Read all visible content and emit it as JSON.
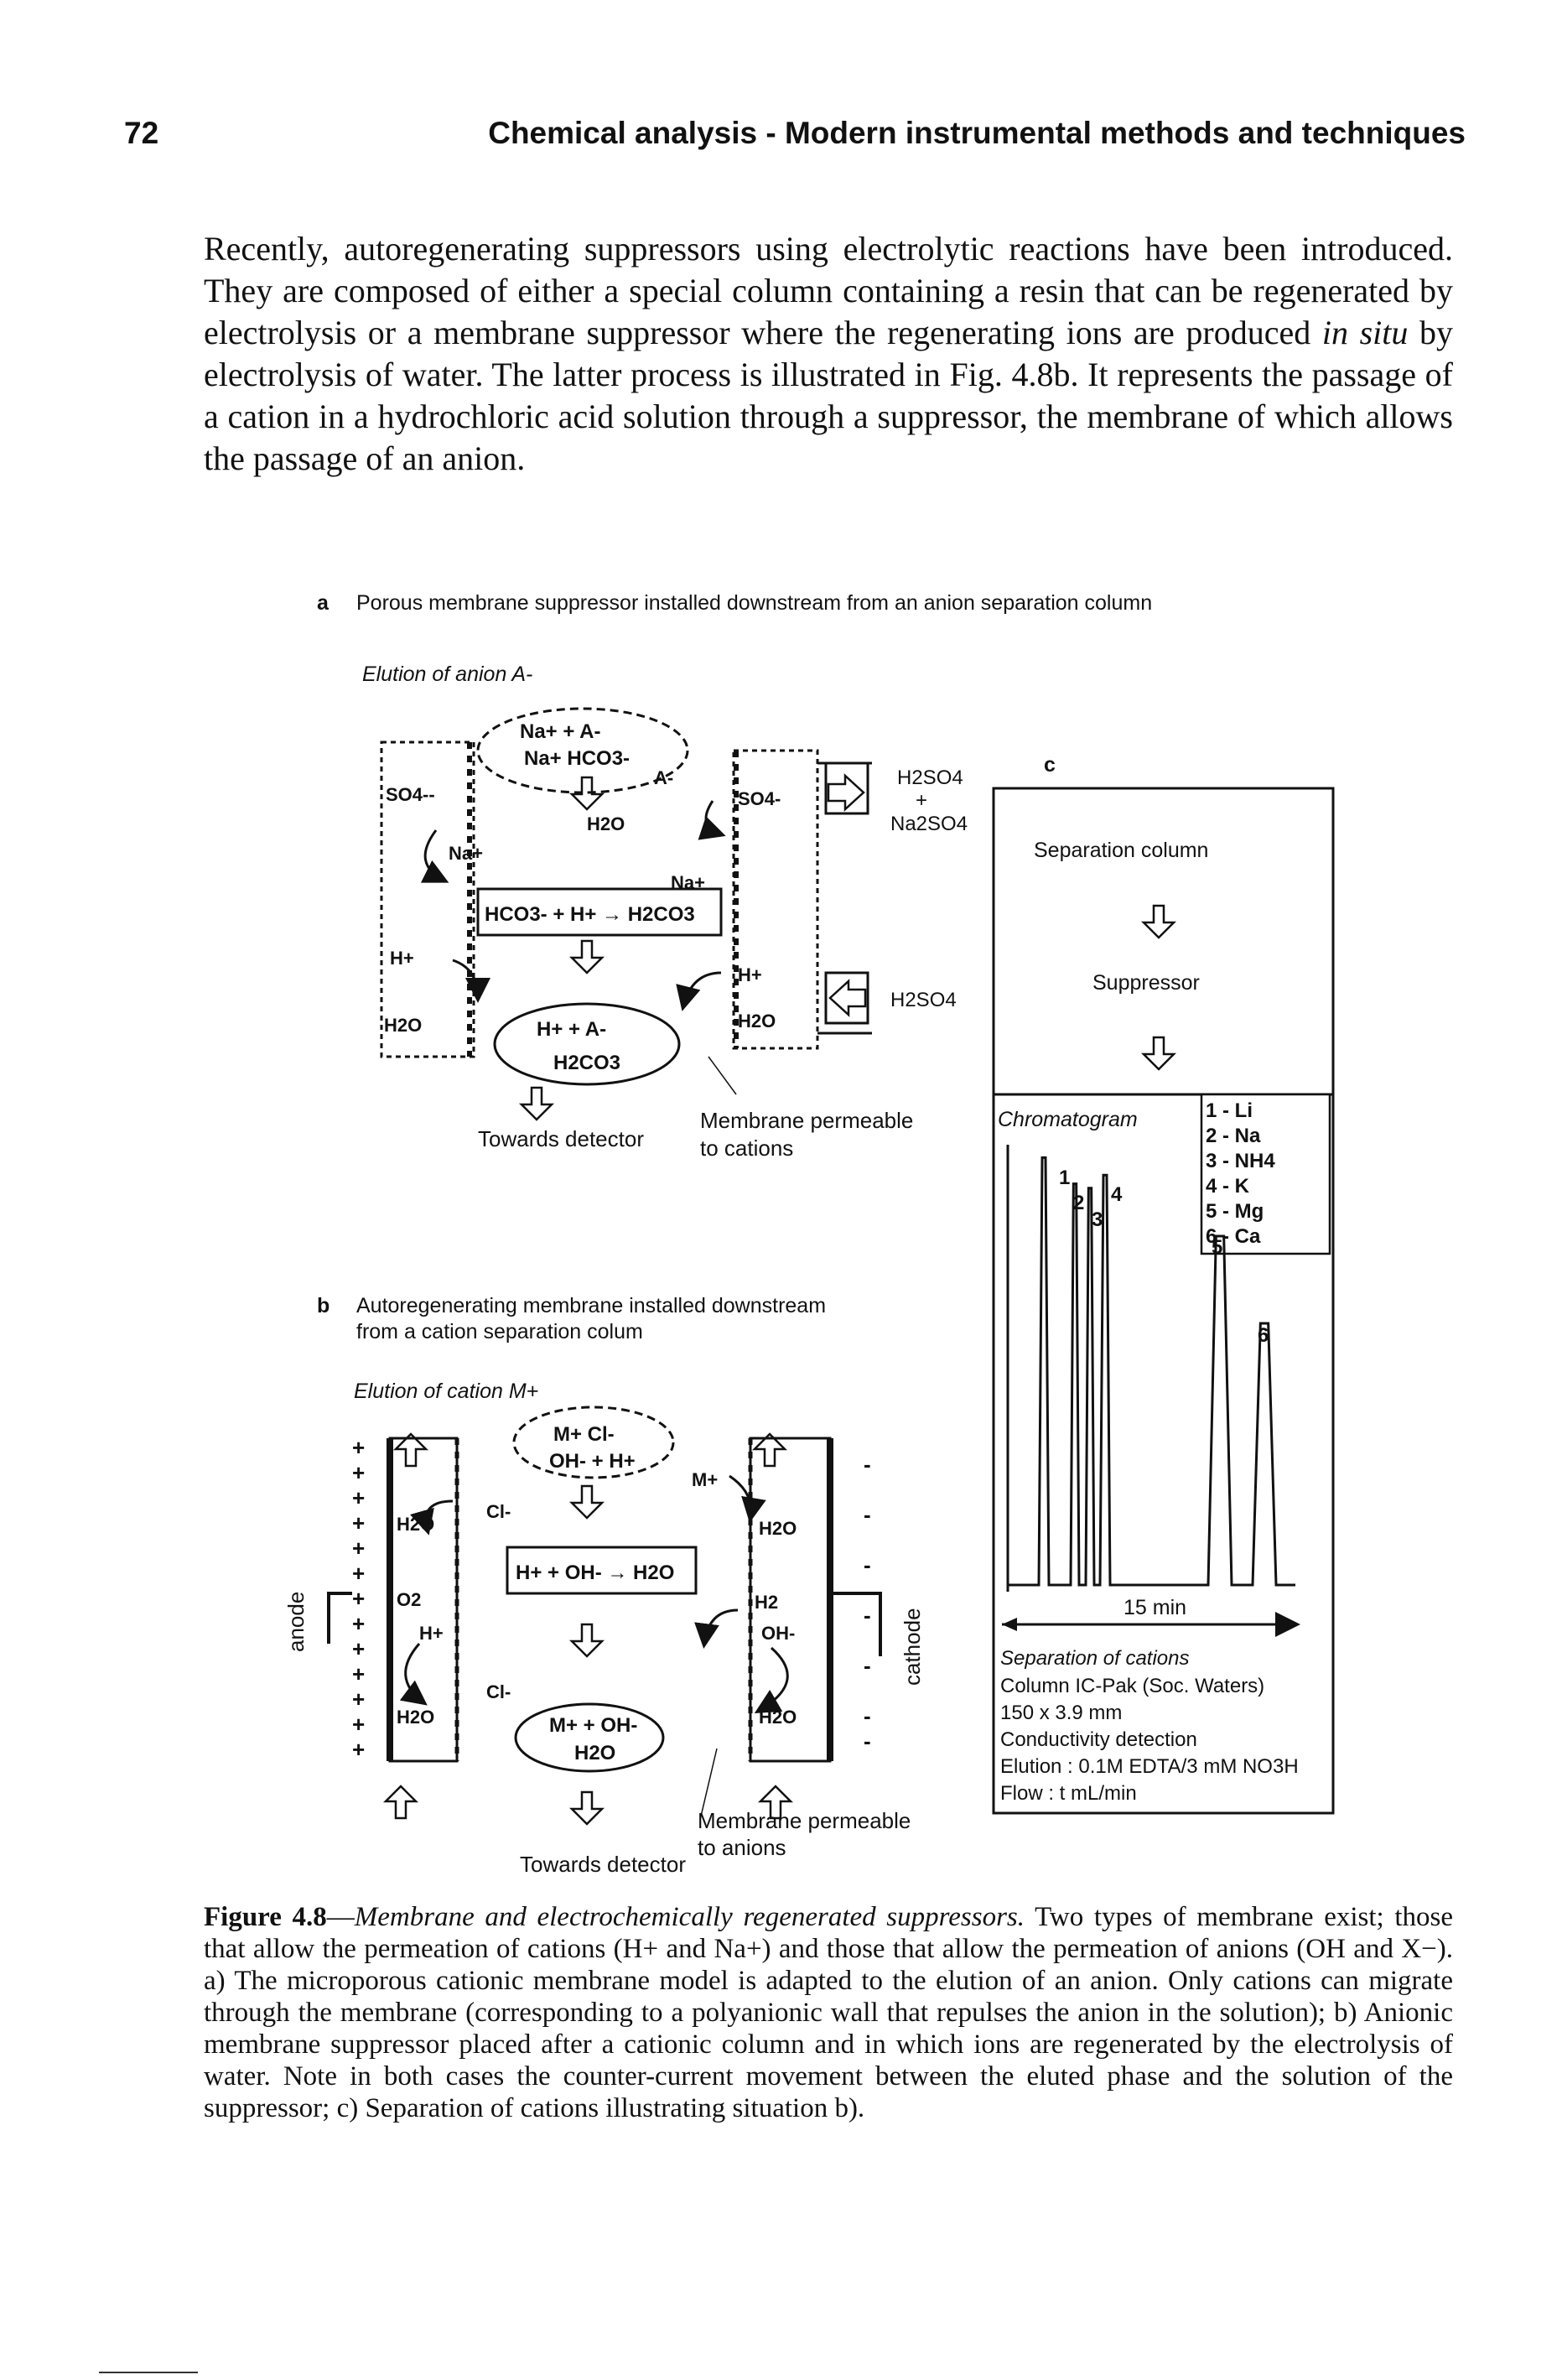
{
  "header": {
    "page_number": "72",
    "running_title": "Chemical analysis - Modern instrumental methods and techniques"
  },
  "body": {
    "p1_a": "Recently, autoregenerating suppressors using electrolytic reactions have been introduced. They are composed of either a special column containing a resin that can be regenerated by electrolysis or a membrane suppressor where the regenerating ions are produced ",
    "p1_italic": "in situ",
    "p1_b": " by electrolysis of water. The latter process is illustrated in Fig. 4.8b. It represents the passage of a cation in a hydrochloric acid solution through a suppressor, the membrane of which allows the passage of an anion."
  },
  "figure": {
    "panel_a": {
      "letter": "a",
      "title": "Porous membrane suppressor installed downstream from an anion separation column",
      "elution": "Elution of anion A-",
      "towards_detector": "Towards detector",
      "membrane_line1": "Membrane permeable",
      "membrane_line2": "to cations",
      "h2so4_na2so4_line1": "H2SO4",
      "h2so4_na2so4_plus": "+",
      "h2so4_na2so4_line2": "Na2SO4",
      "h2so4_out": "H2SO4"
    },
    "panel_b": {
      "letter": "b",
      "title_line1": "Autoregenerating membrane installed downstream",
      "title_line2": "from a cation separation colum",
      "elution": "Elution of cation M+",
      "anode": "anode",
      "cathode": "cathode",
      "towards_detector": "Towards detector",
      "membrane_line1": "Membrane permeable",
      "membrane_line2": "to anions"
    },
    "panel_c": {
      "letter": "c",
      "separation_column": "Separation column",
      "suppressor": "Suppressor",
      "chromatogram": "Chromatogram",
      "legend": [
        "1 - Li",
        "2 - Na",
        "3 - NH4",
        "4 - K",
        "5 - Mg",
        "6 - Ca"
      ],
      "peak_labels": [
        "1",
        "2",
        "3",
        "4",
        "5",
        "6"
      ],
      "time_label": "15 min",
      "conditions_title": "Separation of cations",
      "conditions": [
        "Column IC-Pak (Soc. Waters)",
        "150 x 3.9 mm",
        "Conductivity detection",
        "Elution : 0.1M EDTA/3 mM NO3H",
        "Flow : t mL/min"
      ]
    }
  },
  "caption": {
    "label": "Figure 4.8",
    "title": "Membrane and electrochemically regenerated suppressors.",
    "text": " Two types of membrane exist; those that allow the permeation of cations (H+ and Na+) and those that allow the permeation of anions (OH and X−). a) The microporous cationic membrane model is adapted to the elution of an anion. Only cations can migrate through the membrane (corresponding to a polyanionic wall that repulses the anion in the solution); b) Anionic membrane suppressor placed after a cationic column and in which ions are regenerated by the electrolysis of water. Note in both cases the counter-current movement between the eluted phase and the solution of the suppressor; c) Separation of cations illustrating situation b)."
  },
  "chart_data": {
    "type": "line",
    "title": "Chromatogram",
    "xlabel": "15 min",
    "ylabel": "",
    "series": [
      {
        "name": "",
        "peaks": [
          "1",
          "2",
          "3",
          "4",
          "5",
          "6"
        ],
        "relative_heights": [
          0.98,
          0.92,
          0.91,
          0.94,
          0.8,
          0.6
        ]
      }
    ],
    "legend": [
      "1 - Li",
      "2 - Na",
      "3 - NH4",
      "4 - K",
      "5 - Mg",
      "6 - Ca"
    ],
    "grid": false
  }
}
